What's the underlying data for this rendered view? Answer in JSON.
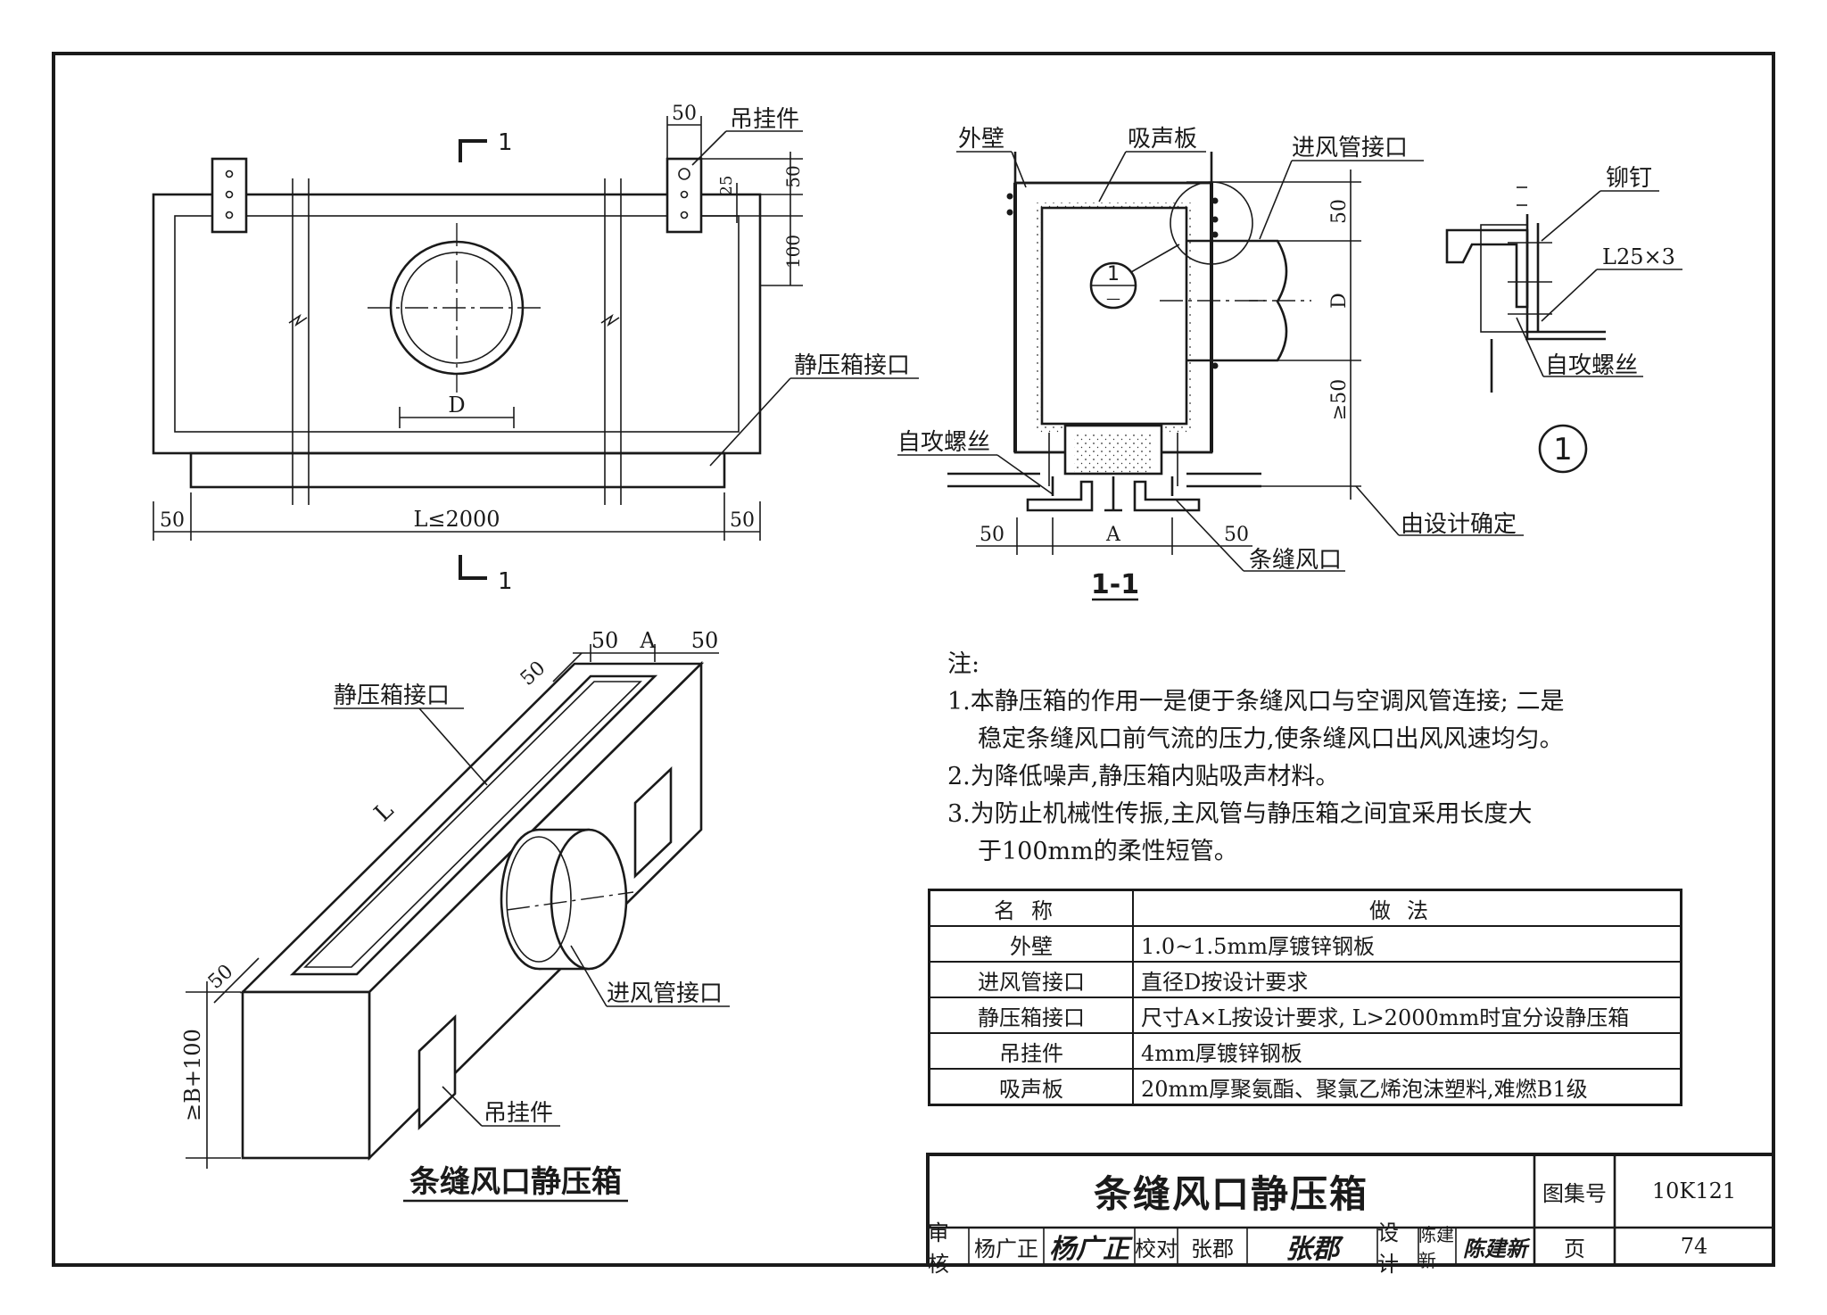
{
  "labels": {
    "section_mark": "1",
    "suspension_part": "吊挂件",
    "plenum_connector": "静压箱接口",
    "outer_wall": "外壁",
    "sound_board": "吸声板",
    "inlet_connector": "进风管接口",
    "rivet": "铆钉",
    "angle_spec": "L25×3",
    "self_tap_screw": "自攻螺丝",
    "slot_diffuser": "条缝风口",
    "design_determined": "由设计确定",
    "section_title": "1-1",
    "detail_mark": "1",
    "detail_den": "—",
    "iso_L": "L",
    "iso_height": "≥B+100",
    "iso_caption": "条缝风口静压箱"
  },
  "dimensions": {
    "d50": "50",
    "d25": "25",
    "d100": "100",
    "D": "D",
    "L2000": "L≤2000",
    "A": "A",
    "ge50": "≥50"
  },
  "notes": {
    "heading": "注:",
    "item1_line1": "1.本静压箱的作用一是便于条缝风口与空调风管连接; 二是",
    "item1_line2": "稳定条缝风口前气流的压力,使条缝风口出风风速均匀。",
    "item2": "2.为降低噪声,静压箱内贴吸声材料。",
    "item3_line1": "3.为防止机械性传振,主风管与静压箱之间宜采用长度大",
    "item3_line2": "于100mm的柔性短管。"
  },
  "table": {
    "header_name": "名称",
    "header_method": "做法",
    "rows": [
      {
        "name": "外壁",
        "method": "1.0~1.5mm厚镀锌钢板"
      },
      {
        "name": "进风管接口",
        "method": "直径D按设计要求"
      },
      {
        "name": "静压箱接口",
        "method": "尺寸A×L按设计要求, L>2000mm时宜分设静压箱"
      },
      {
        "name": "吊挂件",
        "method": "4mm厚镀锌钢板"
      },
      {
        "name": "吸声板",
        "method": "20mm厚聚氨酯、聚氯乙烯泡沫塑料,难燃B1级"
      }
    ]
  },
  "title_block": {
    "title": "条缝风口静压箱",
    "atlas_label": "图集号",
    "atlas_no": "10K121",
    "review_label": "审核",
    "review_name": "杨广正",
    "review_sig": "杨广正",
    "check_label": "校对",
    "check_name": "张郡",
    "check_sig": "张郡",
    "design_label": "设计",
    "design_name": "陈建新",
    "design_sig": "陈建新",
    "page_label": "页",
    "page_no": "74"
  }
}
